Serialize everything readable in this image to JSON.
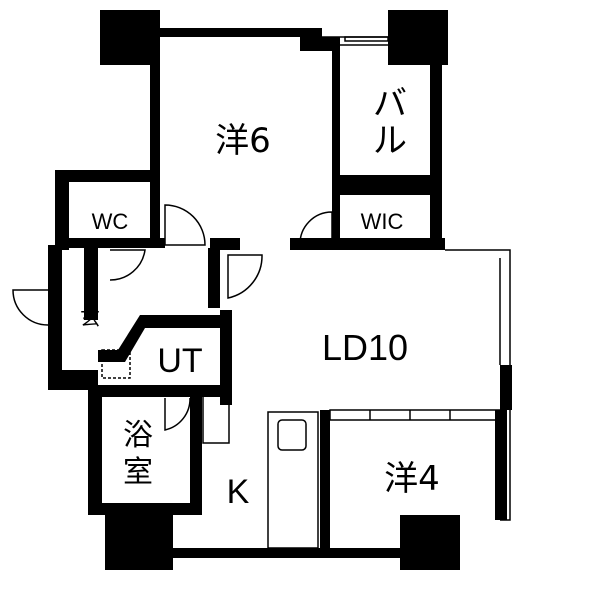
{
  "rooms": {
    "western_6": "洋6",
    "balcony": [
      "バ",
      "ル"
    ],
    "wc": "WC",
    "wic": "WIC",
    "entrance": "玄",
    "utility": "UT",
    "living_dining": "LD10",
    "bath": [
      "浴",
      "室"
    ],
    "kitchen": "K",
    "western_4": "洋4"
  },
  "colors": {
    "wall": "#000000",
    "background": "#ffffff"
  }
}
